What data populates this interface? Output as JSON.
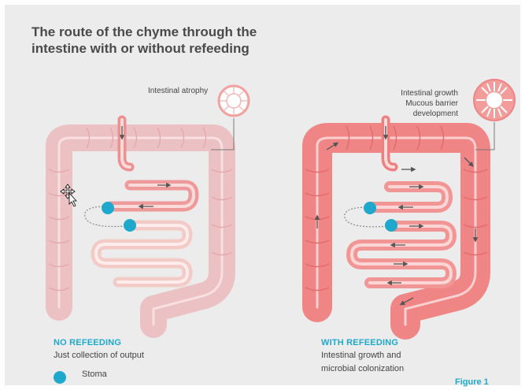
{
  "title_line1": "The route of the chyme through the",
  "title_line2": "intestine with or without refeeding",
  "left": {
    "annotation": "Intestinal atrophy",
    "heading": "NO REFEEDING",
    "description": "Just collection of output"
  },
  "right": {
    "annotation_line1": "Intestinal growth",
    "annotation_line2": "Mucous barrier",
    "annotation_line3": "development",
    "heading": "WITH REFEEDING",
    "description_line1": "Intestinal growth and",
    "description_line2": "microbial colonization"
  },
  "legend": {
    "stoma_label": "Stoma"
  },
  "figure_label": "Figure 1",
  "colors": {
    "accent": "#1ea9cc",
    "colon_pale": "#ecc1c3",
    "colon_active": "#f08586",
    "small_intestine": "#f3a9a6",
    "background": "#ececec"
  },
  "icons": [
    "intestinal-villi-cross-section-icon",
    "stoma-icon",
    "cursor-move-icon",
    "flow-arrow-icon"
  ]
}
